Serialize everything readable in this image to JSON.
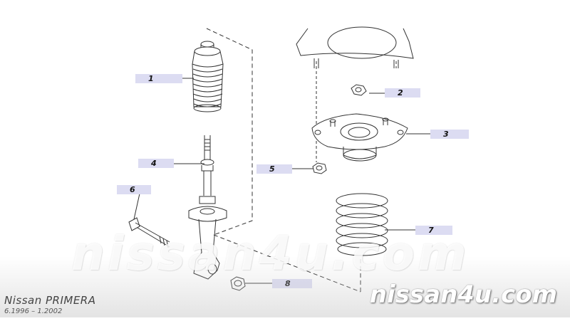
{
  "diagram": {
    "callouts": [
      {
        "label": "1"
      },
      {
        "label": "2"
      },
      {
        "label": "3"
      },
      {
        "label": "4"
      },
      {
        "label": "5"
      },
      {
        "label": "6"
      },
      {
        "label": "7"
      },
      {
        "label": "8"
      }
    ]
  },
  "watermark": {
    "center_text": "nissan4u.com",
    "corner_text": "nissan4u.com"
  },
  "footer": {
    "model": "Nissan PRIMERA",
    "years": "6.1996  –  1.2002"
  }
}
